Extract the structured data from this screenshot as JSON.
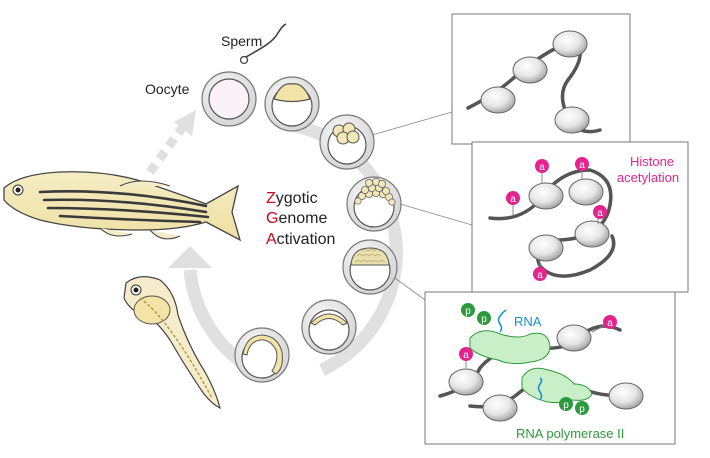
{
  "labels": {
    "sperm": "Sperm",
    "oocyte": "Oocyte",
    "zga_z": "Z",
    "zga_z_rest": "ygotic",
    "zga_g": "G",
    "zga_g_rest": "enome",
    "zga_a": "A",
    "zga_a_rest": "ctivation",
    "histone_1": "Histone",
    "histone_2": "acetylation",
    "rna": "RNA",
    "rna_pol": "RNA polymerase II",
    "acetyl_mark": "a",
    "phospho_mark": "p"
  },
  "colors": {
    "zga_letter": "#d0021b",
    "acetyl": "#e5238f",
    "rna": "#1b8fd4",
    "polymerase": "#2e9a3e",
    "polymerase_fill": "#c9efc8",
    "chromatin": "#555555",
    "yolk": "#f3e7b8",
    "arrow": "#dcdcdc"
  }
}
